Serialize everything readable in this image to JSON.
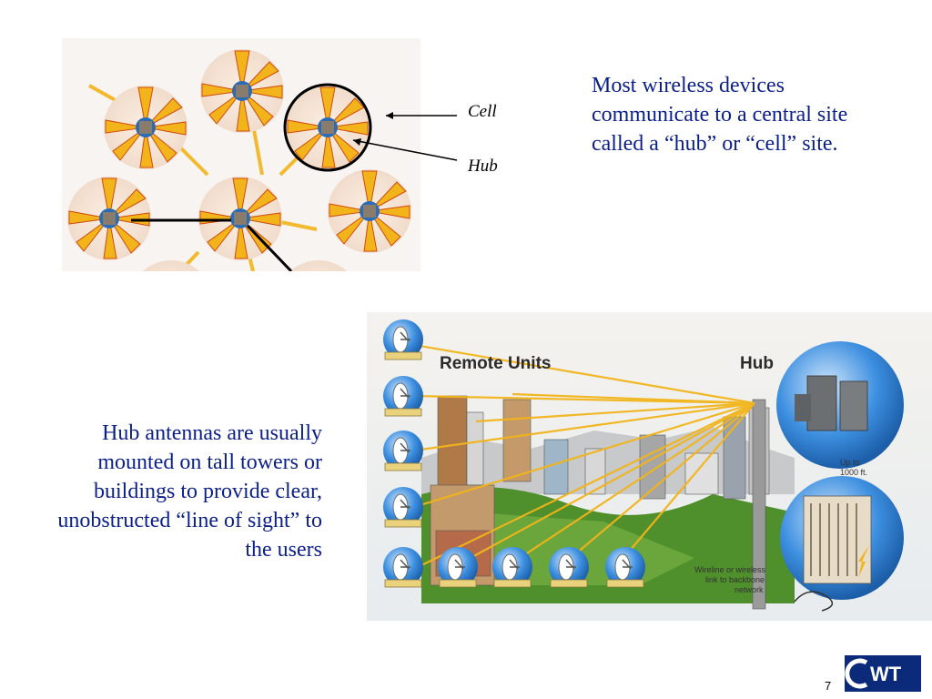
{
  "slide": {
    "callout_cell": "Cell",
    "callout_hub": "Hub",
    "text_top": "Most wireless devices communicate to a central site called a “hub” or “cell” site.",
    "text_bottom": "Hub antennas are usually mounted on tall towers or buildings to provide clear, unobstructed “line of sight” to the users",
    "page_number": "7"
  },
  "hub_figure": {
    "remote_units_label": "Remote Units",
    "hub_label": "Hub",
    "height_note_line1": "Up to",
    "height_note_line2": "1000 ft.",
    "link_note_line1": "Wireline or wireless",
    "link_note_line2": "link to backbone",
    "link_note_line3": "network"
  },
  "logo": {
    "text": "WT"
  },
  "colors": {
    "body_text": "#0b1f8a",
    "beam": "#f2b41a",
    "cell_fill": "#f7e4d4",
    "sky_blue": "#2f7fd0"
  }
}
